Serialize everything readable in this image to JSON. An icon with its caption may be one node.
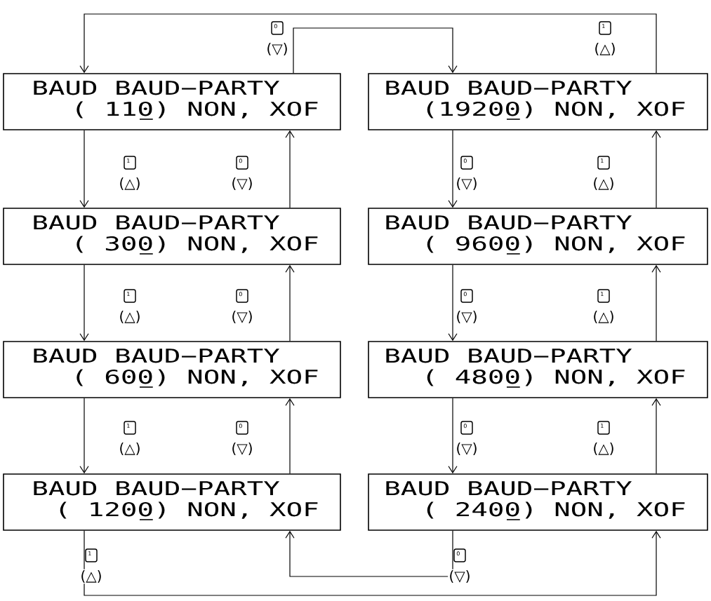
{
  "diagram": {
    "nodes": [
      {
        "text": [
          "BAUD BAUD−PARTY",
          "( 110) NON, XOF"
        ]
      },
      {
        "text": [
          "BAUD BAUD−PARTY",
          "( 300) NON, XOF"
        ]
      },
      {
        "text": [
          "BAUD BAUD−PARTY",
          "( 600) NON, XOF"
        ]
      },
      {
        "text": [
          "BAUD BAUD−PARTY",
          "( 1200) NON, XOF"
        ]
      },
      {
        "text": [
          "BAUD BAUD−PARTY",
          "(19200) NON, XOF"
        ]
      },
      {
        "text": [
          "BAUD BAUD−PARTY",
          "( 9600) NON, XOF"
        ]
      },
      {
        "text": [
          "BAUD BAUD−PARTY",
          "( 4800) NON, XOF"
        ]
      },
      {
        "text": [
          "BAUD BAUD−PARTY",
          "( 2400) NON, XOF"
        ]
      }
    ],
    "edges": [
      {
        "from": 0,
        "to": 1,
        "arrow": "to",
        "label": "(△)"
      },
      {
        "from": 1,
        "to": 0,
        "arrow": "to",
        "label": "(▽)"
      },
      {
        "from": 1,
        "to": 2,
        "arrow": "to",
        "label": "(△)"
      },
      {
        "from": 2,
        "to": 1,
        "arrow": "to",
        "label": "(▽)"
      },
      {
        "from": 2,
        "to": 3,
        "arrow": "to",
        "label": "(△)"
      },
      {
        "from": 3,
        "to": 2,
        "arrow": "to",
        "label": "(▽)"
      },
      {
        "from": 4,
        "to": 5,
        "arrow": "to",
        "label": "(▽)"
      },
      {
        "from": 5,
        "to": 4,
        "arrow": "to",
        "label": "(△)"
      },
      {
        "from": 5,
        "to": 6,
        "arrow": "to",
        "label": "(▽)"
      },
      {
        "from": 6,
        "to": 5,
        "arrow": "to",
        "label": "(△)"
      },
      {
        "from": 6,
        "to": 7,
        "arrow": "to",
        "label": "(▽)"
      },
      {
        "from": 7,
        "to": 6,
        "arrow": "to",
        "label": "(△)"
      },
      {
        "from": 4,
        "to": 0,
        "arrow": "to",
        "label": "(△)"
      },
      {
        "from": 0,
        "to": 4,
        "arrow": "to",
        "label": "(▽)"
      },
      {
        "from": 3,
        "to": 7,
        "arrow": "to",
        "label": "(△)"
      },
      {
        "from": 7,
        "to": 3,
        "arrow": "to",
        "label": "(▽)"
      }
    ],
    "labels": [
      "0",
      "1",
      "1",
      "0",
      "0",
      "1",
      "1",
      "0",
      "0",
      "1",
      "1",
      "0",
      "0",
      "1",
      "1",
      "0"
    ]
  }
}
